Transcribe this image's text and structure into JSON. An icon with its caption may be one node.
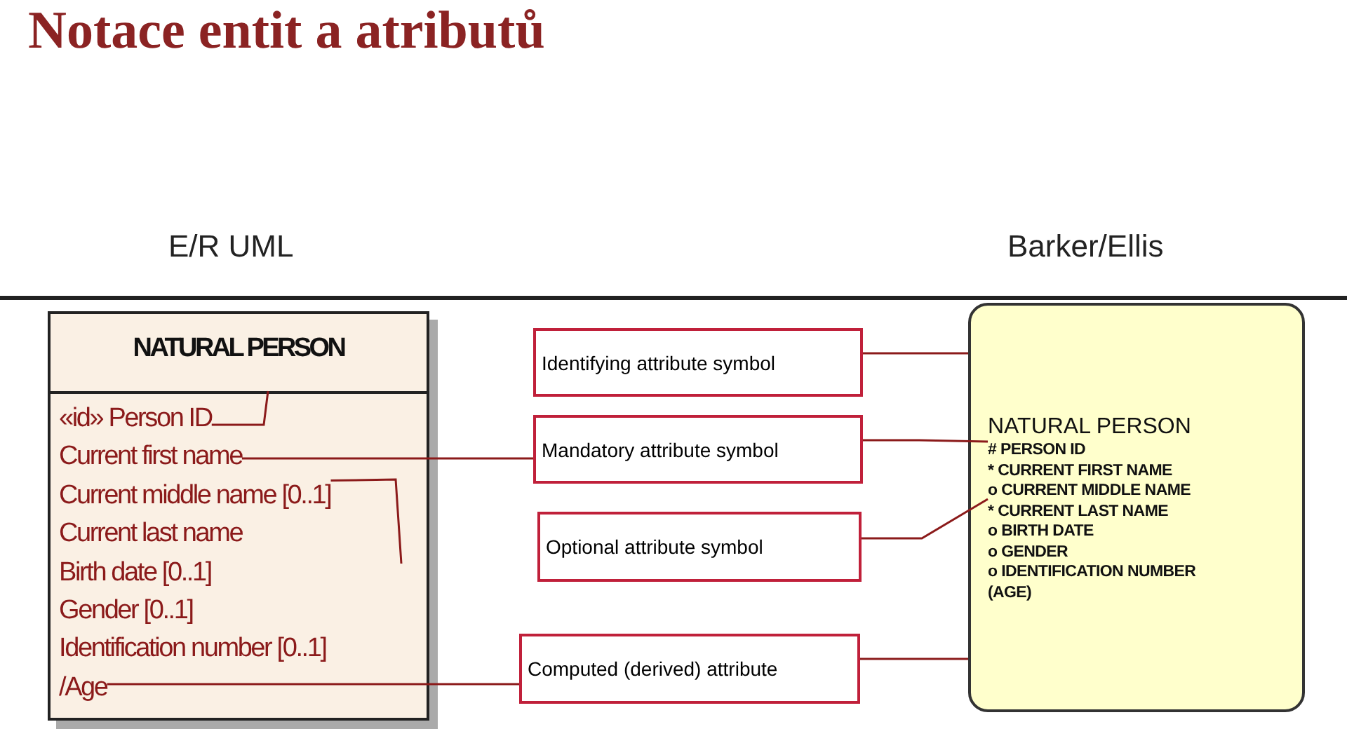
{
  "diagram": {
    "title": "Notace entit a atributů",
    "nodes": [
      {
        "text": [
          "NATURAL PERSON"
        ]
      },
      {
        "text": [
          "«id» Person ID"
        ],
        "in": 0
      },
      {
        "text": [
          "Current first name"
        ],
        "in": 0
      },
      {
        "text": [
          "Current middle name [0..1]"
        ],
        "in": 0
      },
      {
        "text": [
          "Current last name"
        ],
        "in": 0
      },
      {
        "text": [
          "Birth date [0..1]"
        ],
        "in": 0
      },
      {
        "text": [
          "Gender [0..1]"
        ],
        "in": 0
      },
      {
        "text": [
          "Identification number [0..1]"
        ],
        "in": 0
      },
      {
        "text": [
          "/Age"
        ],
        "in": 0
      },
      {
        "text": [
          "Identifying attribute symbol"
        ]
      },
      {
        "text": [
          "Mandatory attribute symbol"
        ]
      },
      {
        "text": [
          "Optional attribute symbol"
        ]
      },
      {
        "text": [
          "Computed (derived) attribute"
        ]
      },
      {
        "text": [
          "NATURAL PERSON"
        ]
      },
      {
        "text": [
          "# PERSON ID"
        ],
        "in": 13
      },
      {
        "text": [
          "* CURRENT FIRST NAME"
        ],
        "in": 13
      },
      {
        "text": [
          "o CURRENT MIDDLE NAME"
        ],
        "in": 13
      },
      {
        "text": [
          "* CURRENT LAST NAME"
        ],
        "in": 13
      },
      {
        "text": [
          "o BIRTH DATE"
        ],
        "in": 13
      },
      {
        "text": [
          "o GENDER"
        ],
        "in": 13
      },
      {
        "text": [
          "o IDENTIFICATION NUMBER"
        ],
        "in": 13
      },
      {
        "text": [
          "(AGE)"
        ],
        "in": 13
      }
    ],
    "edges": [
      {
        "from": 1,
        "to": 0,
        "arrow": "none"
      },
      {
        "from": 2,
        "to": 10,
        "arrow": "none"
      },
      {
        "from": 3,
        "to": null,
        "arrow": "none"
      },
      {
        "from": 8,
        "to": 12,
        "arrow": "none"
      },
      {
        "from": 9,
        "to": 13,
        "arrow": "none"
      },
      {
        "from": 10,
        "to": 14,
        "arrow": "none"
      },
      {
        "from": 11,
        "to": 16,
        "arrow": "none"
      },
      {
        "from": 12,
        "to": 13,
        "arrow": "none"
      }
    ],
    "labels": [
      "E/R UML",
      "Barker/Ellis"
    ]
  }
}
